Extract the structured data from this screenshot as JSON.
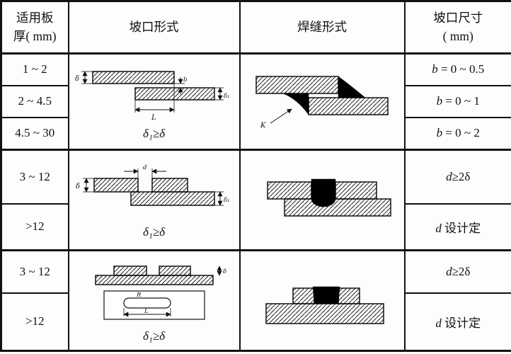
{
  "header": {
    "col_thickness": "适用板\n厚( mm)",
    "col_groove": "坡口形式",
    "col_weld": "焊缝形式",
    "col_size": "坡口尺寸\n( mm)"
  },
  "groups": [
    {
      "thickness": [
        "1 ~ 2",
        "2 ~ 4.5",
        "4.5 ~ 30"
      ],
      "sizes": [
        {
          "v": "b",
          "r": " = 0 ~ 0.5"
        },
        {
          "v": "b",
          "r": " = 0 ~ 1"
        },
        {
          "v": "b",
          "r": " = 0 ~ 2"
        }
      ],
      "formula": "δ₁≥δ",
      "groove_labels": {
        "delta": "δ",
        "delta1": "δ₁",
        "L": "L",
        "b": "b"
      },
      "weld_labels": {
        "K": "K"
      }
    },
    {
      "thickness": [
        "3 ~ 12",
        ">12"
      ],
      "sizes": [
        {
          "v": "d",
          "r": "≥2δ"
        },
        {
          "v": "d",
          "r": " 设计定"
        }
      ],
      "formula": "δ₁≥δ",
      "groove_labels": {
        "delta": "δ",
        "delta1": "δ₁",
        "d": "d"
      }
    },
    {
      "thickness": [
        "3 ~ 12",
        ">12"
      ],
      "sizes": [
        {
          "v": "d",
          "r": "≥2δ"
        },
        {
          "v": "d",
          "r": " 设计定"
        }
      ],
      "formula": "δ₁≥δ",
      "groove_labels": {
        "delta": "δ",
        "R": "R",
        "L": "L"
      }
    }
  ]
}
